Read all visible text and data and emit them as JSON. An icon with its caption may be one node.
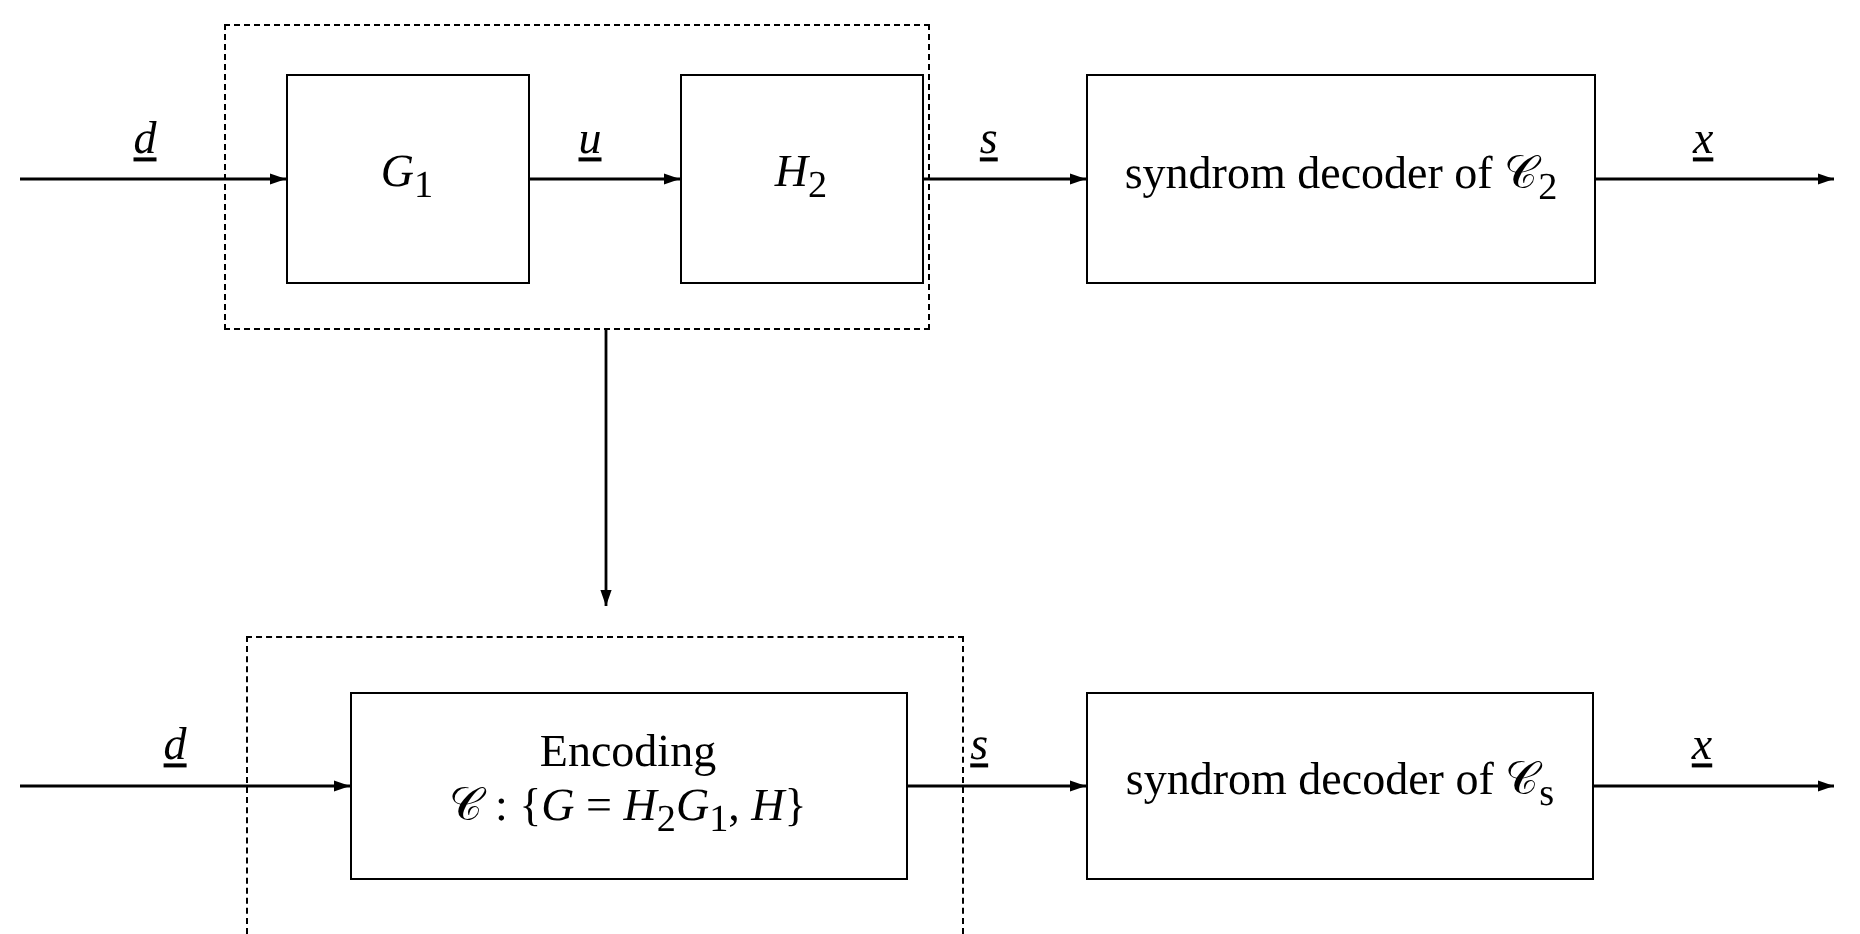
{
  "diagram": {
    "nodes": [
      {
        "text": [],
        "shape": "box"
      },
      {
        "text": [
          "*G*$_{1}$"
        ],
        "in": 0
      },
      {
        "text": [
          "*H*$_{2}$"
        ],
        "in": 0
      },
      {
        "text": [
          "syndrom decoder of 𝒞$_{2}$"
        ]
      },
      {
        "text": [],
        "shape": "box"
      },
      {
        "text": [
          "Encoding",
          "𝒞 : {*G* = *H*$_{2}$*G*$_{1}$, *H*}"
        ],
        "in": 4
      },
      {
        "text": [
          "syndrom decoder of 𝒞$_{s}$"
        ]
      }
    ],
    "edges": [
      {
        "from": null,
        "to": 1,
        "arrow": "to",
        "label": "d"
      },
      {
        "from": 1,
        "to": 2,
        "arrow": "to",
        "label": "u"
      },
      {
        "from": 2,
        "to": 3,
        "arrow": "to",
        "label": "s"
      },
      {
        "from": 3,
        "to": null,
        "arrow": "to",
        "label": "x"
      },
      {
        "from": 0,
        "to": 4,
        "arrow": "to"
      },
      {
        "from": null,
        "to": 5,
        "arrow": "to",
        "label": "d"
      },
      {
        "from": 5,
        "to": 6,
        "arrow": "to",
        "label": "s"
      },
      {
        "from": 6,
        "to": null,
        "arrow": "to",
        "label": "x"
      }
    ]
  }
}
